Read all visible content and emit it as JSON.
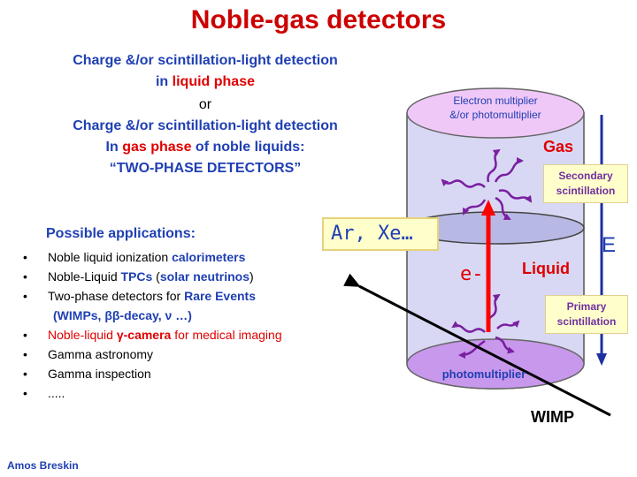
{
  "title": "Noble-gas detectors",
  "intro": {
    "line1": "Charge &/or scintillation-light  detection",
    "line2_prefix": "in ",
    "line2_highlight": "liquid phase",
    "line3": "or",
    "line4": "Charge &/or scintillation-light detection",
    "line5_prefix": "In ",
    "line5_highlight": "gas phase",
    "line5_suffix": " of noble liquids:",
    "line6": "“TWO-PHASE DETECTORS”"
  },
  "applications": {
    "heading": "Possible applications:",
    "bullet": "•",
    "item1_text": "Noble liquid ionization ",
    "item1_highlight": "calorimeters",
    "item2_text": "Noble-Liquid  ",
    "item2_highlight1": "TPCs",
    "item2_mid": " (",
    "item2_highlight2": "solar neutrinos",
    "item2_end": ")",
    "item3_text": "Two-phase detectors for ",
    "item3_highlight": "Rare Events",
    "item3_sub_open": "(",
    "item3_sub_highlight": "WIMPs, ββ-decay, ν …",
    "item3_sub_close": ")",
    "item4_text": "Noble-liquid ",
    "item4_highlight": "γ-camera",
    "item4_suffix": " for medical imaging",
    "item5": "Gamma astronomy",
    "item6": "Gamma inspection",
    "item7": "....."
  },
  "diagram": {
    "electron_multiplier_line1": "Electron multiplier",
    "electron_multiplier_line2": "&/or photomultiplier",
    "gas": "Gas",
    "secondary_line1": "Secondary",
    "secondary_line2": "scintillation",
    "ar_xe": "Ar, Xe…",
    "electron": "e-",
    "liquid": "Liquid",
    "field": "E",
    "primary_line1": "Primary",
    "primary_line2": "scintillation",
    "photomultiplier": "photomultiplier",
    "wimp": "WIMP"
  },
  "author": "Amos Breskin",
  "colors": {
    "title": "#cc0000",
    "text_blue": "#1f3fb3",
    "highlight_red": "#e00000",
    "photon_purple": "#7a1fa0",
    "pmt_fill": "#d8a8f0",
    "cylinder_fill": "#d8d8f4",
    "label_bg": "#ffffcc"
  }
}
